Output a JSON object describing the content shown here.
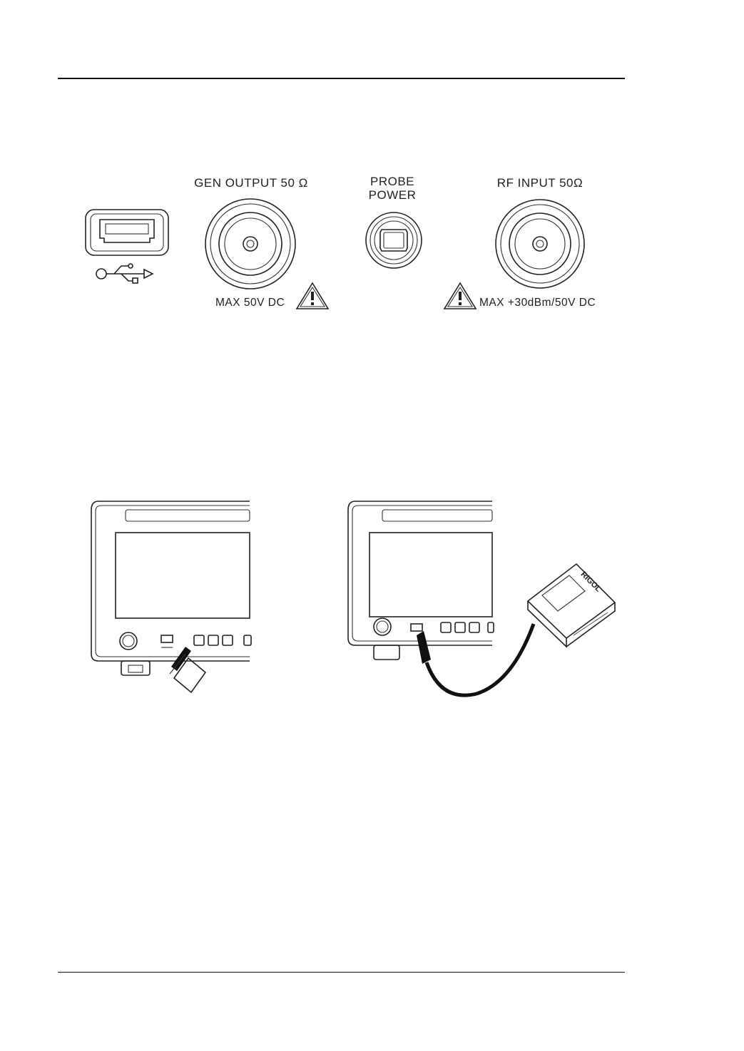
{
  "panel": {
    "gen_output_label": "GEN OUTPUT 50 Ω",
    "probe_power_line1": "PROBE",
    "probe_power_line2": "POWER",
    "rf_input_label": "RF INPUT 50Ω",
    "gen_output_warning": "MAX 50V DC",
    "rf_input_warning": "MAX +30dBm/50V DC"
  },
  "icons": {
    "usb_port": "usb-port-icon",
    "usb_symbol": "usb-symbol-icon",
    "bnc_connector": "bnc-connector-icon",
    "probe_power_socket": "probe-power-socket-icon",
    "warning": "warning-triangle-icon",
    "usb_flash_drive": "usb-flash-drive-icon",
    "usb_adapter": "usb-adapter-icon"
  },
  "illustrations": {
    "right_device_logo": "RIGOL"
  }
}
